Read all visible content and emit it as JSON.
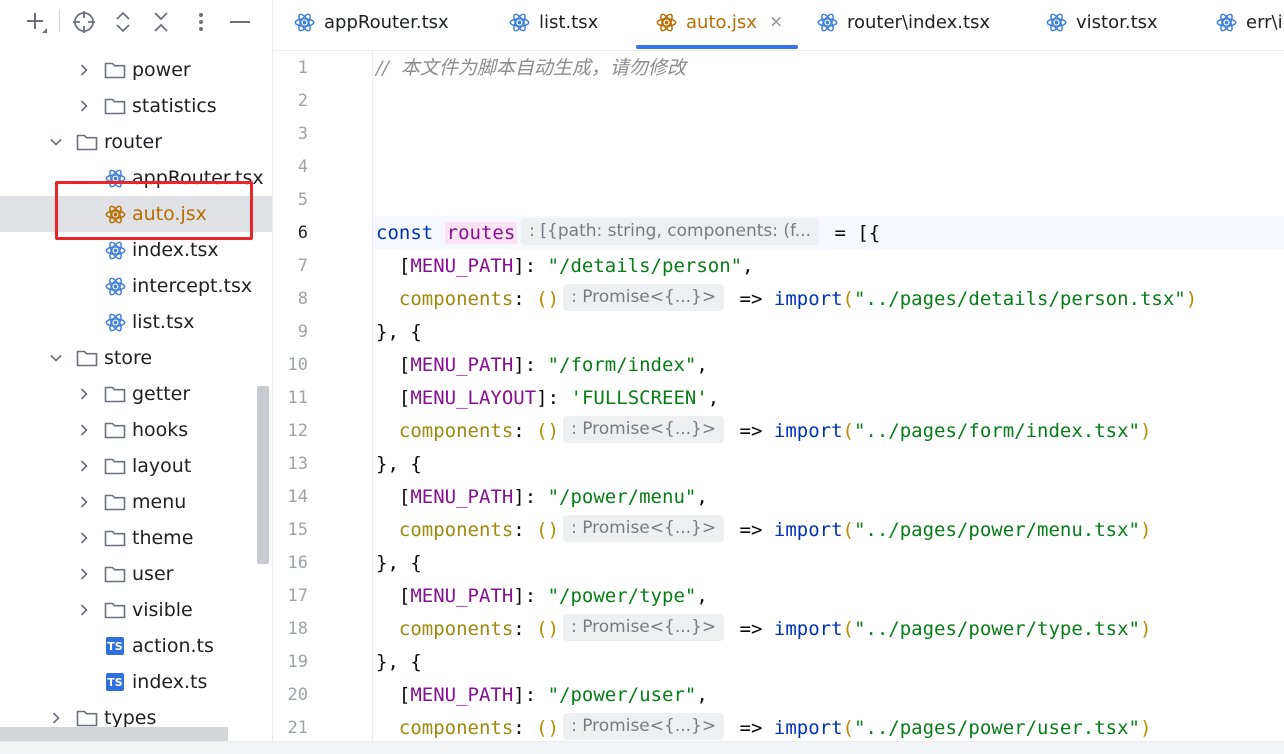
{
  "colors": {
    "accent": "#3574f0",
    "selected_row": "#dfe1e5",
    "highlight_box": "#e8262a",
    "react_icon": "#3f7fd8",
    "active_file": "#b76e00",
    "ts_badge": "#2f6fde"
  },
  "toolbar": {
    "icons": [
      "add-icon",
      "locate-icon",
      "expand-all-icon",
      "collapse-all-icon",
      "more-icon",
      "minimize-icon"
    ]
  },
  "tree": {
    "items": [
      {
        "label": "power",
        "type": "folder",
        "icon": "folder-icon",
        "expanded": false
      },
      {
        "label": "statistics",
        "type": "folder",
        "icon": "folder-icon",
        "expanded": false
      },
      {
        "label": "router",
        "type": "folder",
        "icon": "folder-icon",
        "expanded": true
      },
      {
        "label": "appRouter.tsx",
        "type": "file",
        "icon": "react-icon"
      },
      {
        "label": "auto.jsx",
        "type": "file",
        "icon": "react-icon",
        "selected": true
      },
      {
        "label": "index.tsx",
        "type": "file",
        "icon": "react-icon"
      },
      {
        "label": "intercept.tsx",
        "type": "file",
        "icon": "react-icon"
      },
      {
        "label": "list.tsx",
        "type": "file",
        "icon": "react-icon"
      },
      {
        "label": "store",
        "type": "folder",
        "icon": "folder-icon",
        "expanded": true
      },
      {
        "label": "getter",
        "type": "folder",
        "icon": "folder-icon",
        "expanded": false
      },
      {
        "label": "hooks",
        "type": "folder",
        "icon": "folder-icon",
        "expanded": false
      },
      {
        "label": "layout",
        "type": "folder",
        "icon": "folder-icon",
        "expanded": false
      },
      {
        "label": "menu",
        "type": "folder",
        "icon": "folder-icon",
        "expanded": false
      },
      {
        "label": "theme",
        "type": "folder",
        "icon": "folder-icon",
        "expanded": false
      },
      {
        "label": "user",
        "type": "folder",
        "icon": "folder-icon",
        "expanded": false
      },
      {
        "label": "visible",
        "type": "folder",
        "icon": "folder-icon",
        "expanded": false
      },
      {
        "label": "action.ts",
        "type": "file",
        "icon": "ts-icon",
        "badge": "TS"
      },
      {
        "label": "index.ts",
        "type": "file",
        "icon": "ts-icon",
        "badge": "TS"
      },
      {
        "label": "types",
        "type": "folder",
        "icon": "folder-icon",
        "expanded": false
      }
    ]
  },
  "tabs": [
    {
      "label": "appRouter.tsx",
      "icon": "react-icon"
    },
    {
      "label": "list.tsx",
      "icon": "react-icon"
    },
    {
      "label": "auto.jsx",
      "icon": "react-icon",
      "active": true,
      "close": "×"
    },
    {
      "label": "router\\index.tsx",
      "icon": "react-icon"
    },
    {
      "label": "vistor.tsx",
      "icon": "react-icon"
    },
    {
      "label": "err\\in",
      "icon": "react-icon"
    }
  ],
  "editor": {
    "current_line": 6,
    "line_numbers": [
      "1",
      "2",
      "3",
      "4",
      "5",
      "6",
      "7",
      "8",
      "9",
      "10",
      "11",
      "12",
      "13",
      "14",
      "15",
      "16",
      "17",
      "18",
      "19",
      "20",
      "21"
    ],
    "comment": "//  本文件为脚本自动生成，请勿修改",
    "kw_const": "const",
    "var_routes": "routes",
    "type_hint": ": [{path: string, components: (f...",
    "assign_open": "= [{",
    "promise_hint": ": Promise<{...}>",
    "menu_path": "MENU_PATH",
    "menu_layout": "MENU_LAYOUT",
    "components": "components",
    "kw_import": "import",
    "arrow": "=>",
    "obj_sep": "}, {",
    "fullscreen": "'FULLSCREEN'",
    "paths": [
      "\"/details/person\"",
      "\"/form/index\"",
      "\"/power/menu\"",
      "\"/power/type\"",
      "\"/power/user\""
    ],
    "imports": [
      "\"../pages/details/person.tsx\"",
      "\"../pages/form/index.tsx\"",
      "\"../pages/power/menu.tsx\"",
      "\"../pages/power/type.tsx\"",
      "\"../pages/power/user.tsx\""
    ]
  }
}
